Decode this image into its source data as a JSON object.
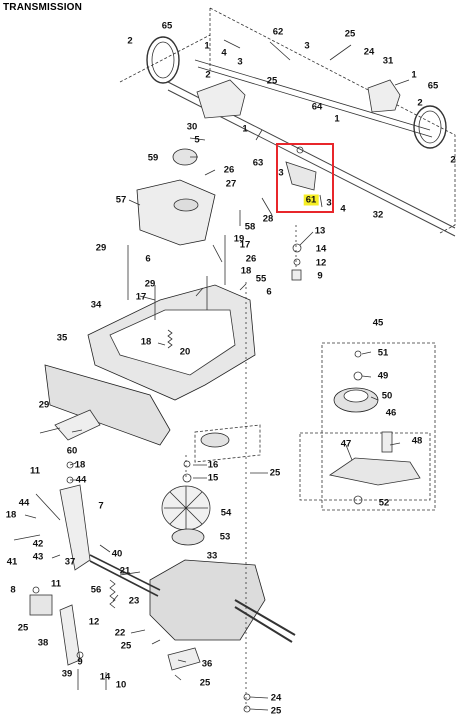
{
  "title": "TRANSMISSION",
  "highlight": {
    "part": "61",
    "color": "#e8262b",
    "label_bg": "#f6ee24"
  },
  "callouts": [
    {
      "id": "c65a",
      "label": "65"
    },
    {
      "id": "c2a",
      "label": "2"
    },
    {
      "id": "c1a",
      "label": "1"
    },
    {
      "id": "c4a",
      "label": "4"
    },
    {
      "id": "c3a",
      "label": "3"
    },
    {
      "id": "c62",
      "label": "62"
    },
    {
      "id": "c3b",
      "label": "3"
    },
    {
      "id": "c25a",
      "label": "25"
    },
    {
      "id": "c24a",
      "label": "24"
    },
    {
      "id": "c31",
      "label": "31"
    },
    {
      "id": "c1b",
      "label": "1"
    },
    {
      "id": "c2b",
      "label": "2"
    },
    {
      "id": "c25b",
      "label": "25"
    },
    {
      "id": "c64",
      "label": "64"
    },
    {
      "id": "c65b",
      "label": "65"
    },
    {
      "id": "c1c",
      "label": "1"
    },
    {
      "id": "c2c",
      "label": "2"
    },
    {
      "id": "c30",
      "label": "30"
    },
    {
      "id": "c5",
      "label": "5"
    },
    {
      "id": "c1d",
      "label": "1"
    },
    {
      "id": "c63",
      "label": "63"
    },
    {
      "id": "c3c",
      "label": "3"
    },
    {
      "id": "c2d",
      "label": "2"
    },
    {
      "id": "c59",
      "label": "59"
    },
    {
      "id": "c26a",
      "label": "26"
    },
    {
      "id": "c27",
      "label": "27"
    },
    {
      "id": "c57",
      "label": "57"
    },
    {
      "id": "c19",
      "label": "19"
    },
    {
      "id": "c28",
      "label": "28"
    },
    {
      "id": "c58",
      "label": "58"
    },
    {
      "id": "c3d",
      "label": "3"
    },
    {
      "id": "c4b",
      "label": "4"
    },
    {
      "id": "c32",
      "label": "32"
    },
    {
      "id": "c13",
      "label": "13"
    },
    {
      "id": "c29a",
      "label": "29"
    },
    {
      "id": "c17a",
      "label": "17"
    },
    {
      "id": "c14a",
      "label": "14"
    },
    {
      "id": "c6a",
      "label": "6"
    },
    {
      "id": "c26b",
      "label": "26"
    },
    {
      "id": "c12",
      "label": "12"
    },
    {
      "id": "c18a",
      "label": "18"
    },
    {
      "id": "c9a",
      "label": "9"
    },
    {
      "id": "c29b",
      "label": "29"
    },
    {
      "id": "c55",
      "label": "55"
    },
    {
      "id": "c17b",
      "label": "17"
    },
    {
      "id": "c6b",
      "label": "6"
    },
    {
      "id": "c34",
      "label": "34"
    },
    {
      "id": "c45",
      "label": "45"
    },
    {
      "id": "c35",
      "label": "35"
    },
    {
      "id": "c18b",
      "label": "18"
    },
    {
      "id": "c20",
      "label": "20"
    },
    {
      "id": "c51",
      "label": "51"
    },
    {
      "id": "c49",
      "label": "49"
    },
    {
      "id": "c50",
      "label": "50"
    },
    {
      "id": "c29c",
      "label": "29"
    },
    {
      "id": "c46",
      "label": "46"
    },
    {
      "id": "c60",
      "label": "60"
    },
    {
      "id": "c47",
      "label": "47"
    },
    {
      "id": "c48",
      "label": "48"
    },
    {
      "id": "c16",
      "label": "16"
    },
    {
      "id": "c11a",
      "label": "11"
    },
    {
      "id": "c18c",
      "label": "18"
    },
    {
      "id": "c15",
      "label": "15"
    },
    {
      "id": "c25c",
      "label": "25"
    },
    {
      "id": "c44a",
      "label": "44"
    },
    {
      "id": "c52",
      "label": "52"
    },
    {
      "id": "c44b",
      "label": "44"
    },
    {
      "id": "c7",
      "label": "7"
    },
    {
      "id": "c54",
      "label": "54"
    },
    {
      "id": "c18d",
      "label": "18"
    },
    {
      "id": "c42",
      "label": "42"
    },
    {
      "id": "c43",
      "label": "43"
    },
    {
      "id": "c41",
      "label": "41"
    },
    {
      "id": "c40",
      "label": "40"
    },
    {
      "id": "c53",
      "label": "53"
    },
    {
      "id": "c37",
      "label": "37"
    },
    {
      "id": "c33",
      "label": "33"
    },
    {
      "id": "c21",
      "label": "21"
    },
    {
      "id": "c8",
      "label": "8"
    },
    {
      "id": "c11b",
      "label": "11"
    },
    {
      "id": "c56",
      "label": "56"
    },
    {
      "id": "c23",
      "label": "23"
    },
    {
      "id": "c25d",
      "label": "25"
    },
    {
      "id": "c12b",
      "label": "12"
    },
    {
      "id": "c38",
      "label": "38"
    },
    {
      "id": "c22",
      "label": "22"
    },
    {
      "id": "c25e",
      "label": "25"
    },
    {
      "id": "c9b",
      "label": "9"
    },
    {
      "id": "c39",
      "label": "39"
    },
    {
      "id": "c14b",
      "label": "14"
    },
    {
      "id": "c10",
      "label": "10"
    },
    {
      "id": "c36",
      "label": "36"
    },
    {
      "id": "c25f",
      "label": "25"
    },
    {
      "id": "c24b",
      "label": "24"
    },
    {
      "id": "c25g",
      "label": "25"
    },
    {
      "id": "c61",
      "label": "61"
    }
  ]
}
